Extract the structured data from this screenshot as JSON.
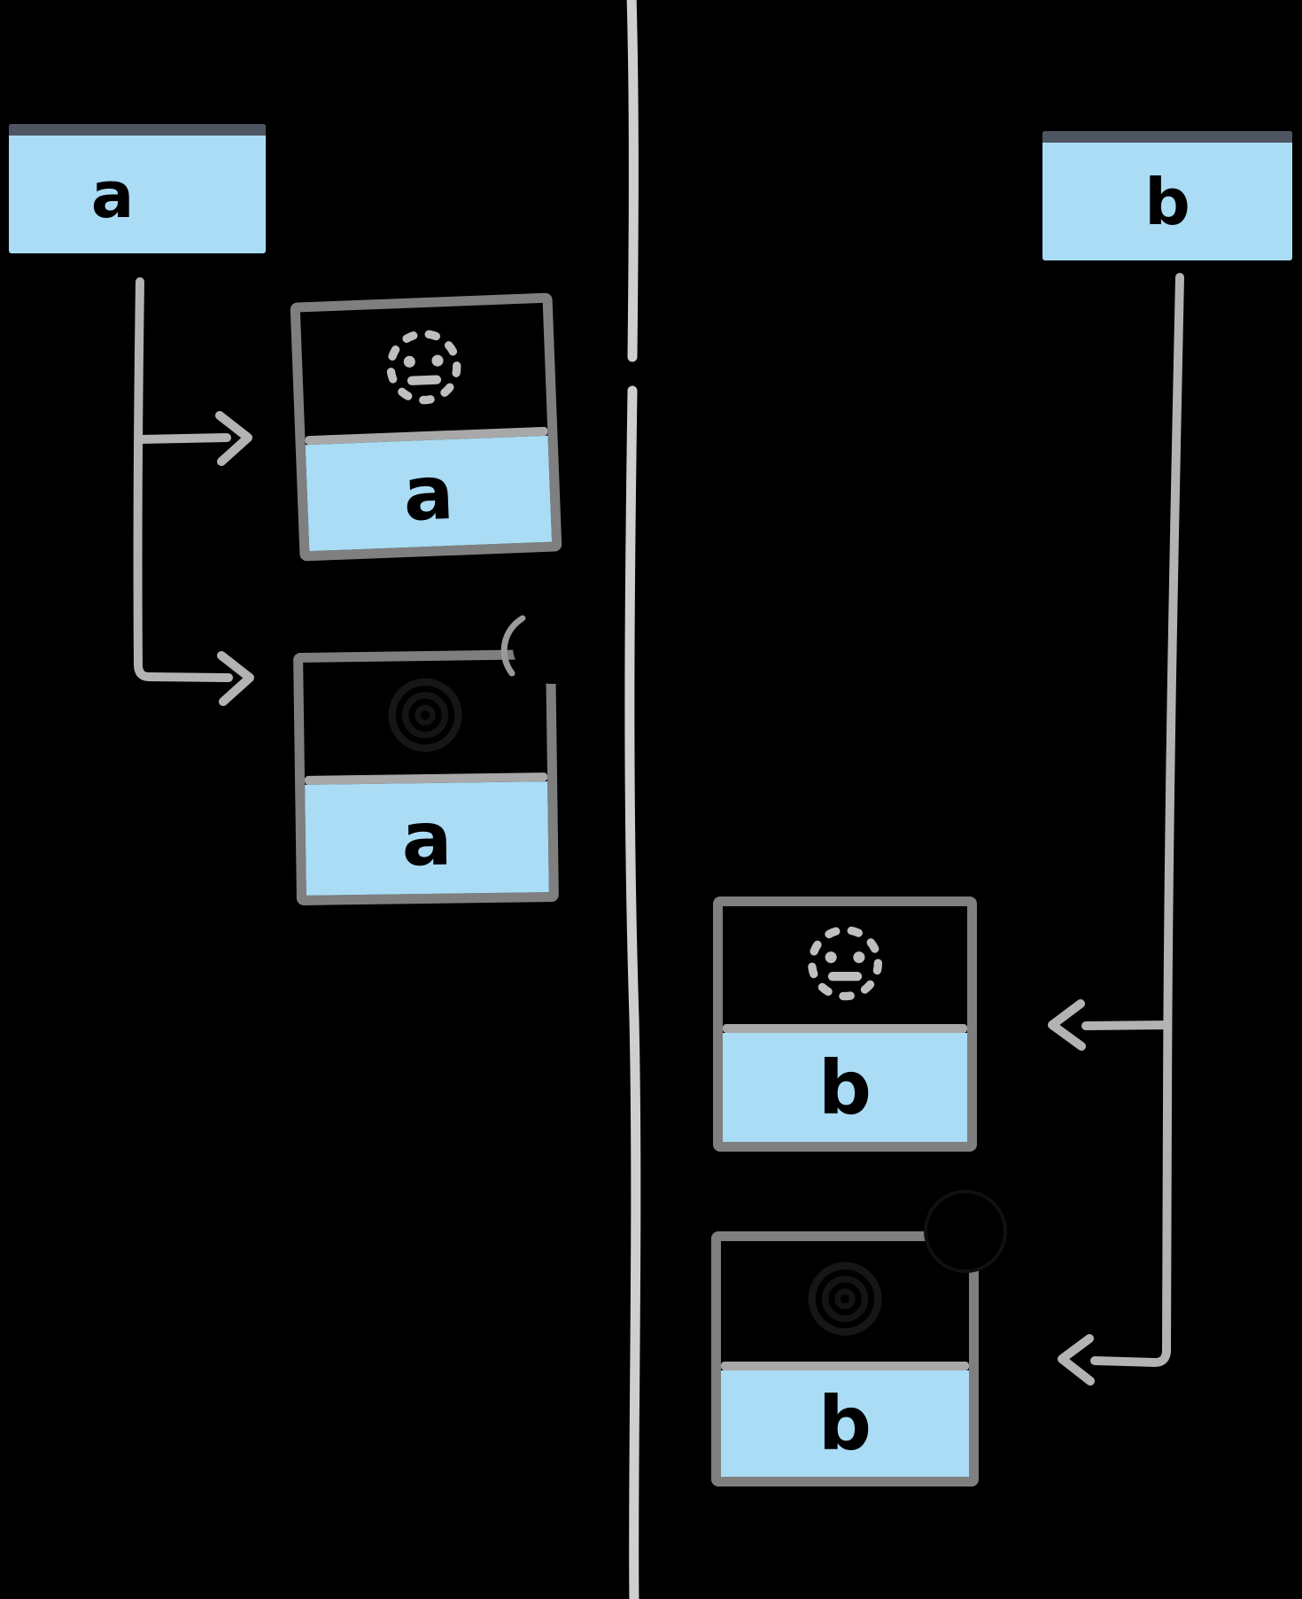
{
  "diagram": {
    "description": "hand-drawn diagram: two variables a and b each pointing to value boxes along a central timeline",
    "background_color": "#000000",
    "colors": {
      "box_fill_blue": "#aadcf5",
      "header_bar": "#4d5560",
      "box_border_gray": "#7f7f7f",
      "separator_gray": "#a8a8a8",
      "connector_gray": "#b3b3b3",
      "timeline_gray": "#cfcfcf",
      "icon_gray": "#bfbfbf",
      "letter_color": "#000000"
    },
    "variable_boxes": [
      {
        "id": "var-a",
        "letter": "a"
      },
      {
        "id": "var-b",
        "letter": "b"
      }
    ],
    "value_boxes": [
      {
        "id": "left-1",
        "letter": "a",
        "icon": "dashed-circle-face"
      },
      {
        "id": "left-2",
        "letter": "a",
        "icon": "scribbled-out-circle"
      },
      {
        "id": "right-1",
        "letter": "b",
        "icon": "dashed-circle-face"
      },
      {
        "id": "right-2",
        "letter": "b",
        "icon": "scribbled-out-circle"
      }
    ],
    "connections": [
      {
        "from": "var-a",
        "to": "left-1",
        "style": "elbow-arrow-right"
      },
      {
        "from": "var-a",
        "to": "left-2",
        "style": "elbow-arrow-right"
      },
      {
        "from": "var-b",
        "to": "right-1",
        "style": "elbow-arrow-left"
      },
      {
        "from": "var-b",
        "to": "right-2",
        "style": "elbow-arrow-left"
      }
    ],
    "timeline": {
      "orientation": "vertical",
      "gap_y": "405-440"
    }
  }
}
